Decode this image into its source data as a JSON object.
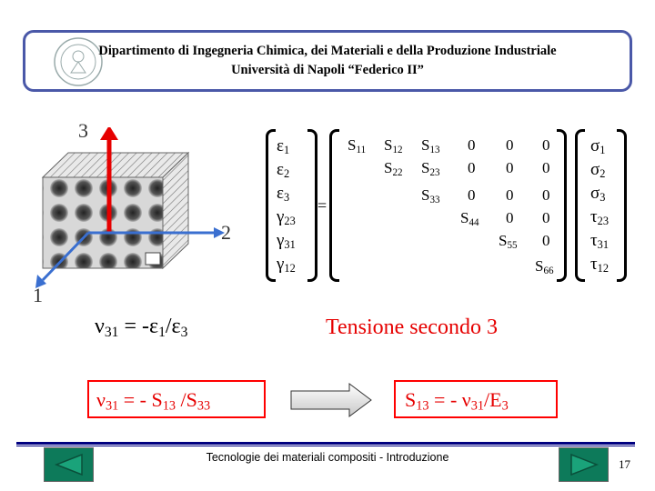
{
  "header": {
    "line1": "Dipartimento di Ingegneria Chimica, dei Materiali e della Produzione Industriale",
    "line2": "Università di Napoli “Federico II”"
  },
  "cube": {
    "axis3": "3",
    "axis2": "2",
    "axis1": "1"
  },
  "strain": {
    "items": [
      {
        "sym": "ε",
        "sub": "1"
      },
      {
        "sym": "ε",
        "sub": "2"
      },
      {
        "sym": "ε",
        "sub": "3"
      },
      {
        "sym": "γ",
        "sub": "23"
      },
      {
        "sym": "γ",
        "sub": "31"
      },
      {
        "sym": "γ",
        "sub": "12"
      }
    ]
  },
  "equals": "=",
  "compliance": {
    "S11": "S",
    "S11_sub": "11",
    "S12": "S",
    "S12_sub": "12",
    "S13": "S",
    "S13_sub": "13",
    "S22": "S",
    "S22_sub": "22",
    "S23": "S",
    "S23_sub": "23",
    "S33": "S",
    "S33_sub": "33",
    "S44": "S",
    "S44_sub": "44",
    "S55": "S",
    "S55_sub": "55",
    "S66": "S",
    "S66_sub": "66",
    "zero": "0"
  },
  "stress": {
    "items": [
      {
        "sym": "σ",
        "sub": "1"
      },
      {
        "sym": "σ",
        "sub": "2"
      },
      {
        "sym": "σ",
        "sub": "3"
      },
      {
        "sym": "τ",
        "sub": "23"
      },
      {
        "sym": "τ",
        "sub": "31"
      },
      {
        "sym": "τ",
        "sub": "12"
      }
    ]
  },
  "poisson_formula": {
    "lhs_sym": "ν",
    "lhs_sub": "31",
    "rest1": " = -ε",
    "sub1": "1",
    "rest2": "/ε",
    "sub2": "3"
  },
  "tension_label": "Tensione secondo 3",
  "box_left": {
    "nu": "ν",
    "nu_sub": "31",
    "text1": " = - S",
    "sub1": "13",
    "text2": " /S",
    "sub2": "33"
  },
  "box_right": {
    "s": "S",
    "s_sub": "13",
    "text1": " = - ν",
    "sub1": "31",
    "text2": "/E",
    "sub2": "3"
  },
  "footer": {
    "title": "Tecnologie dei materiali compositi - Introduzione",
    "page": "17"
  },
  "colors": {
    "accent_blue": "#4a58a8",
    "red": "#e60000",
    "nav_green": "#0d7a5a",
    "navy": "#000080"
  }
}
